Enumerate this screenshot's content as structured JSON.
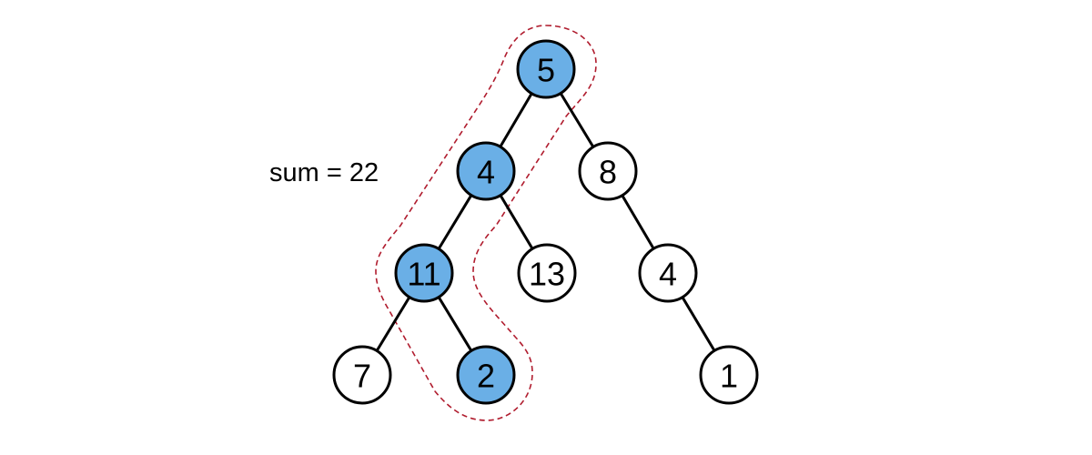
{
  "annotation": {
    "sum_text": "sum = 22"
  },
  "colors": {
    "highlight_fill": "#6aafe6",
    "plain_fill": "#ffffff",
    "path_outline": "#b01c2e"
  },
  "tree": {
    "nodes": [
      {
        "id": "n5",
        "label": "5",
        "on_path": true
      },
      {
        "id": "n4a",
        "label": "4",
        "on_path": true
      },
      {
        "id": "n8",
        "label": "8",
        "on_path": false
      },
      {
        "id": "n11",
        "label": "11",
        "on_path": true
      },
      {
        "id": "n13",
        "label": "13",
        "on_path": false
      },
      {
        "id": "n4b",
        "label": "4",
        "on_path": false
      },
      {
        "id": "n7",
        "label": "7",
        "on_path": false
      },
      {
        "id": "n2",
        "label": "2",
        "on_path": true
      },
      {
        "id": "n1",
        "label": "1",
        "on_path": false
      }
    ],
    "edges": [
      [
        "n5",
        "n4a"
      ],
      [
        "n5",
        "n8"
      ],
      [
        "n4a",
        "n11"
      ],
      [
        "n4a",
        "n13"
      ],
      [
        "n8",
        "n4b"
      ],
      [
        "n11",
        "n7"
      ],
      [
        "n11",
        "n2"
      ],
      [
        "n4b",
        "n1"
      ]
    ]
  }
}
